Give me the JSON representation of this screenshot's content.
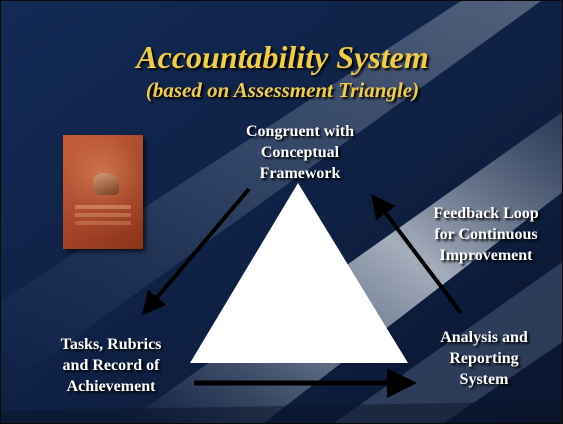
{
  "slide": {
    "title": "Accountability System",
    "subtitle": "(based on Assessment Triangle)"
  },
  "diagram": {
    "top_label": [
      "Congruent with",
      "Conceptual",
      "Framework"
    ],
    "bottom_left_label": [
      "Tasks, Rubrics",
      "and Record of",
      "Achievement"
    ],
    "bottom_right_label": [
      "Analysis and",
      "Reporting",
      "System"
    ],
    "right_label": [
      "Feedback Loop",
      "for Continuous",
      "Improvement"
    ]
  },
  "colors": {
    "background": "#0e2041",
    "title": "#f2cc42",
    "label": "#ffffff",
    "triangle": "#ffffff",
    "arrow": "#000000"
  },
  "icons": {
    "book": "book-cover-image"
  }
}
